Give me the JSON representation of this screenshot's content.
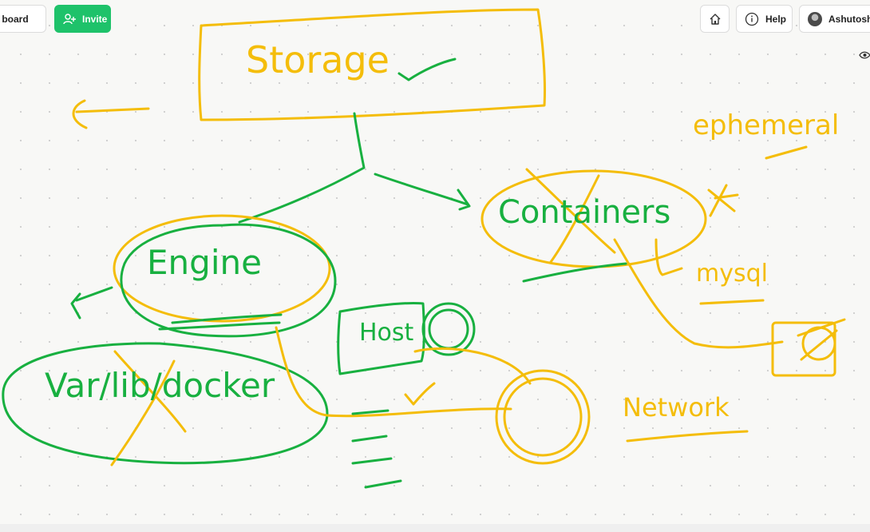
{
  "toolbar": {
    "export_label": "Export board",
    "invite_label": "Invite",
    "help_label": "Help",
    "user_name": "Ashutoshh Singh"
  },
  "icons": {
    "invite": "user-plus-icon",
    "home": "home-icon",
    "help": "info-icon",
    "visibility": "eye-icon"
  },
  "colors": {
    "yellow_ink": "#f4bd0a",
    "green_ink": "#18b040",
    "invite_button": "#1ec26a"
  },
  "whiteboard": {
    "labels": {
      "storage": "Storage",
      "containers": "Containers",
      "ephemeral": "ephemeral",
      "mysql": "mysql",
      "engine": "Engine",
      "varlib_docker": "Var/lib/docker",
      "host": "Host",
      "network": "Network"
    }
  }
}
